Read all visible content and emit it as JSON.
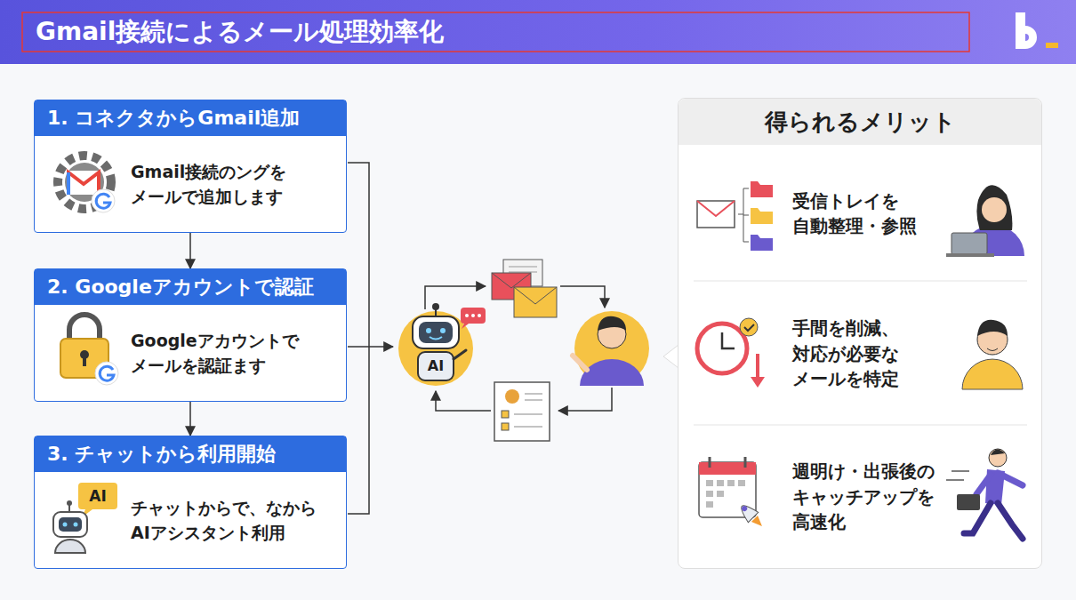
{
  "diagram": {
    "title": "Gmail接続によるメール処理効率化",
    "nodes": [
      {
        "text": [
          "1. コネクタからGmail追加",
          "Gmail接続のングを メールで追加します"
        ]
      },
      {
        "text": [
          "2. Googleアカウントで認証",
          "Googleアカウントで メールを認証ます"
        ]
      },
      {
        "text": [
          "3. チャットから利用開始",
          "チャットからで、なから AIアシスタント利用"
        ]
      },
      {
        "text": [
          "得られるメリット"
        ]
      },
      {
        "text": [
          "受信トレイを 自動整理・参照"
        ],
        "in": 3
      },
      {
        "text": [
          "手間を削減、 対応が必要な メールを特定"
        ],
        "in": 3
      },
      {
        "text": [
          "週明け・出張後の キャッチアップを 高速化"
        ],
        "in": 3
      }
    ],
    "edges": [
      {
        "from": 0,
        "to": 1,
        "arrow": "to"
      },
      {
        "from": 1,
        "to": 2,
        "arrow": "to"
      }
    ],
    "labels": [
      "AI",
      "AI"
    ]
  }
}
